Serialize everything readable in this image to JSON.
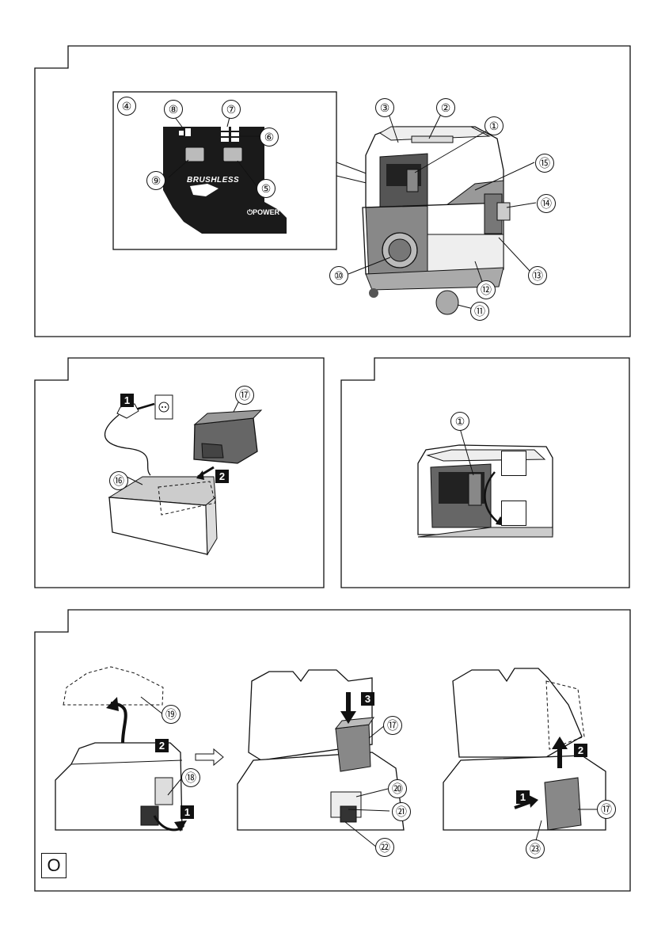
{
  "callouts": [
    "①",
    "②",
    "③",
    "④",
    "⑤",
    "⑥",
    "⑦",
    "⑧",
    "⑨",
    "⑩",
    "⑪",
    "⑫",
    "⑬",
    "⑭",
    "⑮",
    "⑯",
    "⑰",
    "⑱",
    "⑲",
    "⑳",
    "㉑",
    "㉒",
    "㉓"
  ],
  "control_panel": {
    "brand_text": "BRUSHLESS",
    "power_label": "⏻POWER"
  },
  "steps": {
    "one": "1",
    "two": "2",
    "three": "3"
  },
  "bottom_label": "O"
}
